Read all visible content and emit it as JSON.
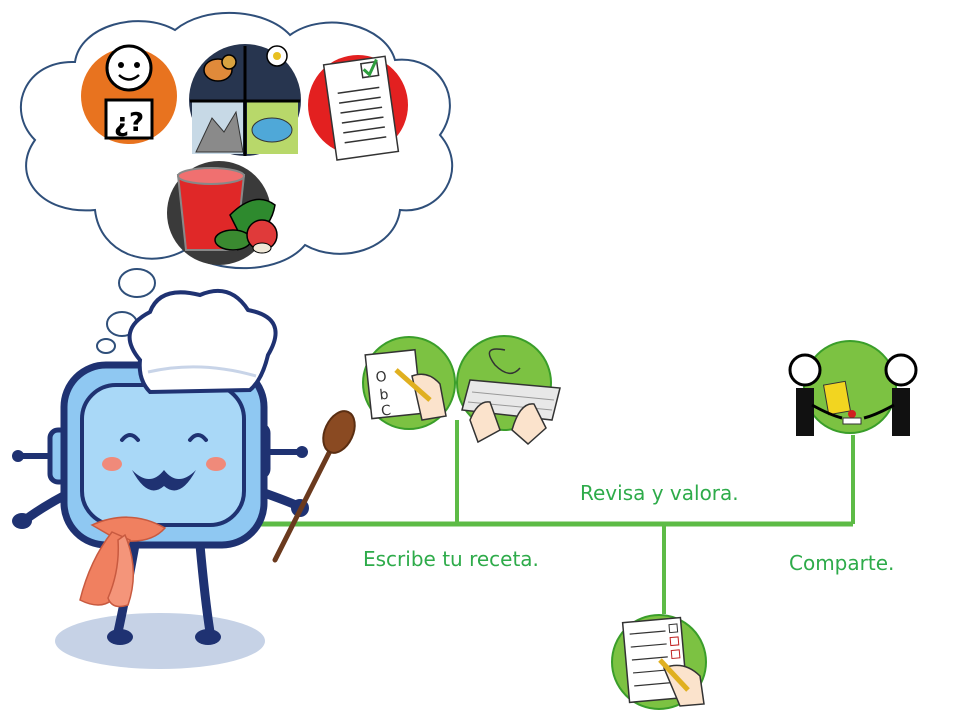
{
  "steps": {
    "write": "Escribe tu receta.",
    "review": "Revisa y valora.",
    "share": "Comparte."
  },
  "symbols": {
    "question_sign": "¿?"
  },
  "icons": [
    "person-question-icon",
    "seasons-nature-icon",
    "checklist-icon",
    "gazpacho-ingredients-icon",
    "handwriting-icon",
    "keyboard-typing-icon",
    "checklist-marking-icon",
    "people-sharing-icon",
    "chef-robot-mascot"
  ],
  "colors": {
    "timeline_green": "#5dbb46",
    "label_green": "#2eab4a",
    "circle_green": "#7cc242",
    "cloud_outline": "#2f4f7a",
    "mascot_blue": "#8fc8f2"
  }
}
